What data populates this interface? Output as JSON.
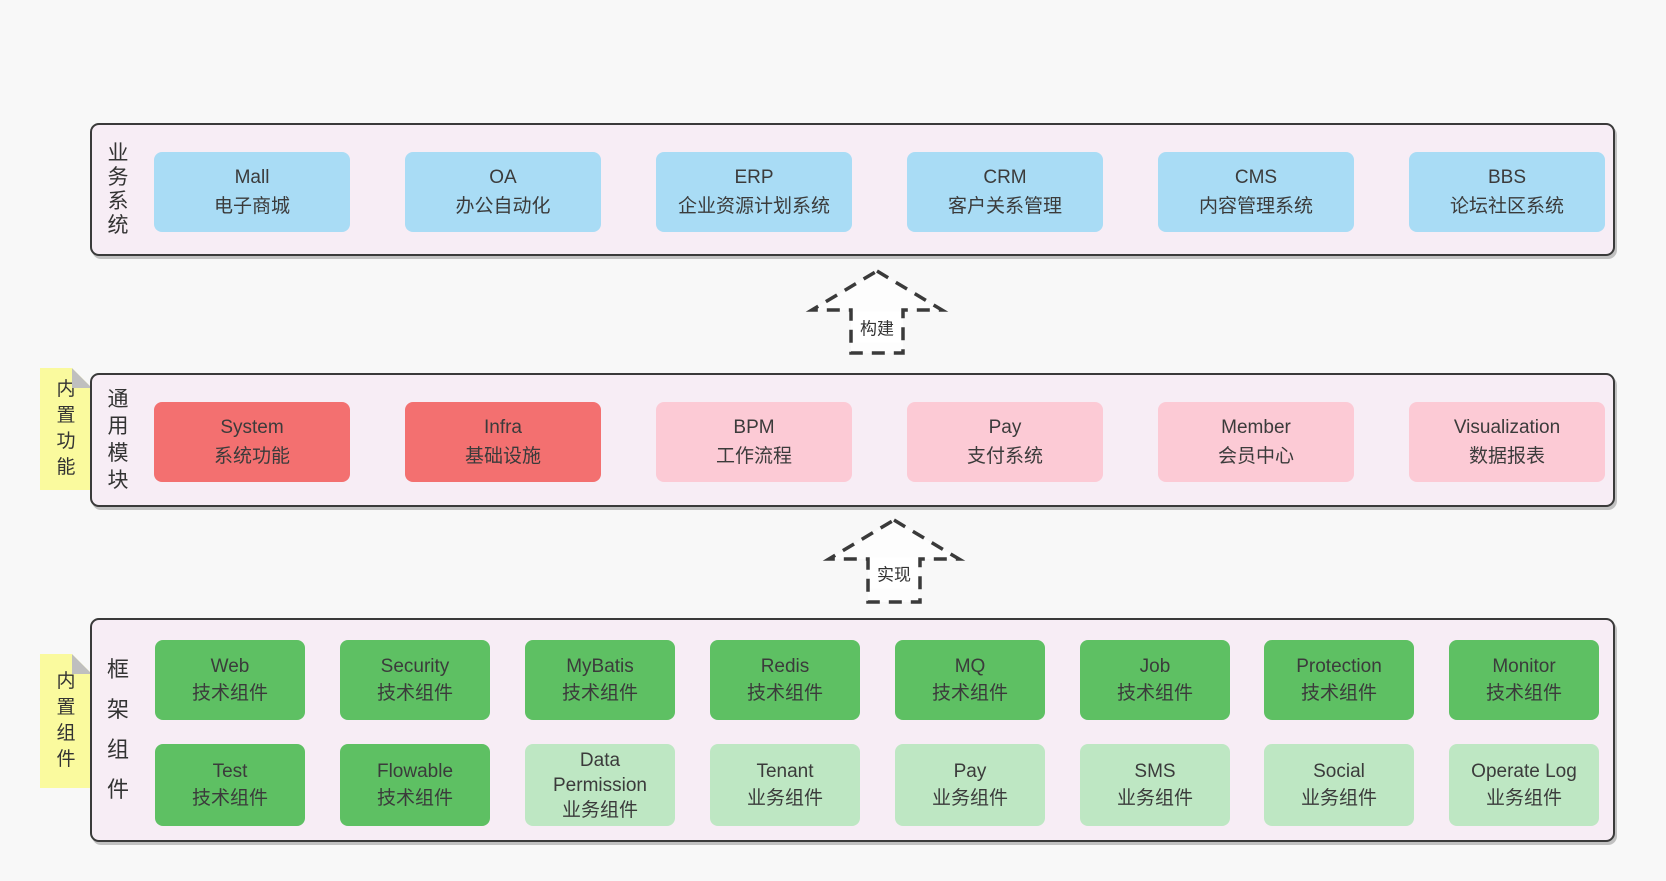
{
  "bands": {
    "business": {
      "label": "业\n务\n系\n统",
      "boxes": [
        {
          "name": "Mall",
          "desc": "电子商城"
        },
        {
          "name": "OA",
          "desc": "办公自动化"
        },
        {
          "name": "ERP",
          "desc": "企业资源计划系统"
        },
        {
          "name": "CRM",
          "desc": "客户关系管理"
        },
        {
          "name": "CMS",
          "desc": "内容管理系统"
        },
        {
          "name": "BBS",
          "desc": "论坛社区系统"
        }
      ]
    },
    "modules": {
      "label": "通\n用\n模\n块",
      "sticky": "内\n置\n功\n能",
      "boxes": [
        {
          "name": "System",
          "desc": "系统功能"
        },
        {
          "name": "Infra",
          "desc": "基础设施"
        },
        {
          "name": "BPM",
          "desc": "工作流程"
        },
        {
          "name": "Pay",
          "desc": "支付系统"
        },
        {
          "name": "Member",
          "desc": "会员中心"
        },
        {
          "name": "Visualization",
          "desc": "数据报表"
        }
      ]
    },
    "components": {
      "label": "框\n架\n组\n件",
      "sticky": "内\n置\n组\n件",
      "rows": [
        [
          {
            "name": "Web",
            "desc": "技术组件"
          },
          {
            "name": "Security",
            "desc": "技术组件"
          },
          {
            "name": "MyBatis",
            "desc": "技术组件"
          },
          {
            "name": "Redis",
            "desc": "技术组件"
          },
          {
            "name": "MQ",
            "desc": "技术组件"
          },
          {
            "name": "Job",
            "desc": "技术组件"
          },
          {
            "name": "Protection",
            "desc": "技术组件"
          },
          {
            "name": "Monitor",
            "desc": "技术组件"
          }
        ],
        [
          {
            "name": "Test",
            "desc": "技术组件"
          },
          {
            "name": "Flowable",
            "desc": "技术组件"
          },
          {
            "name": "Data\nPermission",
            "desc": "业务组件"
          },
          {
            "name": "Tenant",
            "desc": "业务组件"
          },
          {
            "name": "Pay",
            "desc": "业务组件"
          },
          {
            "name": "SMS",
            "desc": "业务组件"
          },
          {
            "name": "Social",
            "desc": "业务组件"
          },
          {
            "name": "Operate Log",
            "desc": "业务组件"
          }
        ]
      ]
    }
  },
  "arrows": {
    "build": "构建",
    "implement": "实现"
  },
  "colors": {
    "page_bg": "#f8f8f8",
    "band_bg": "#f7edf5",
    "band_border": "#3a3a3a",
    "business_box": "#a9dcf5",
    "core_module_box": "#f37070",
    "optional_module_box": "#fccad5",
    "tech_component_box": "#5ec063",
    "biz_component_box": "#bee7c3",
    "sticky_note": "#fafa9e"
  }
}
